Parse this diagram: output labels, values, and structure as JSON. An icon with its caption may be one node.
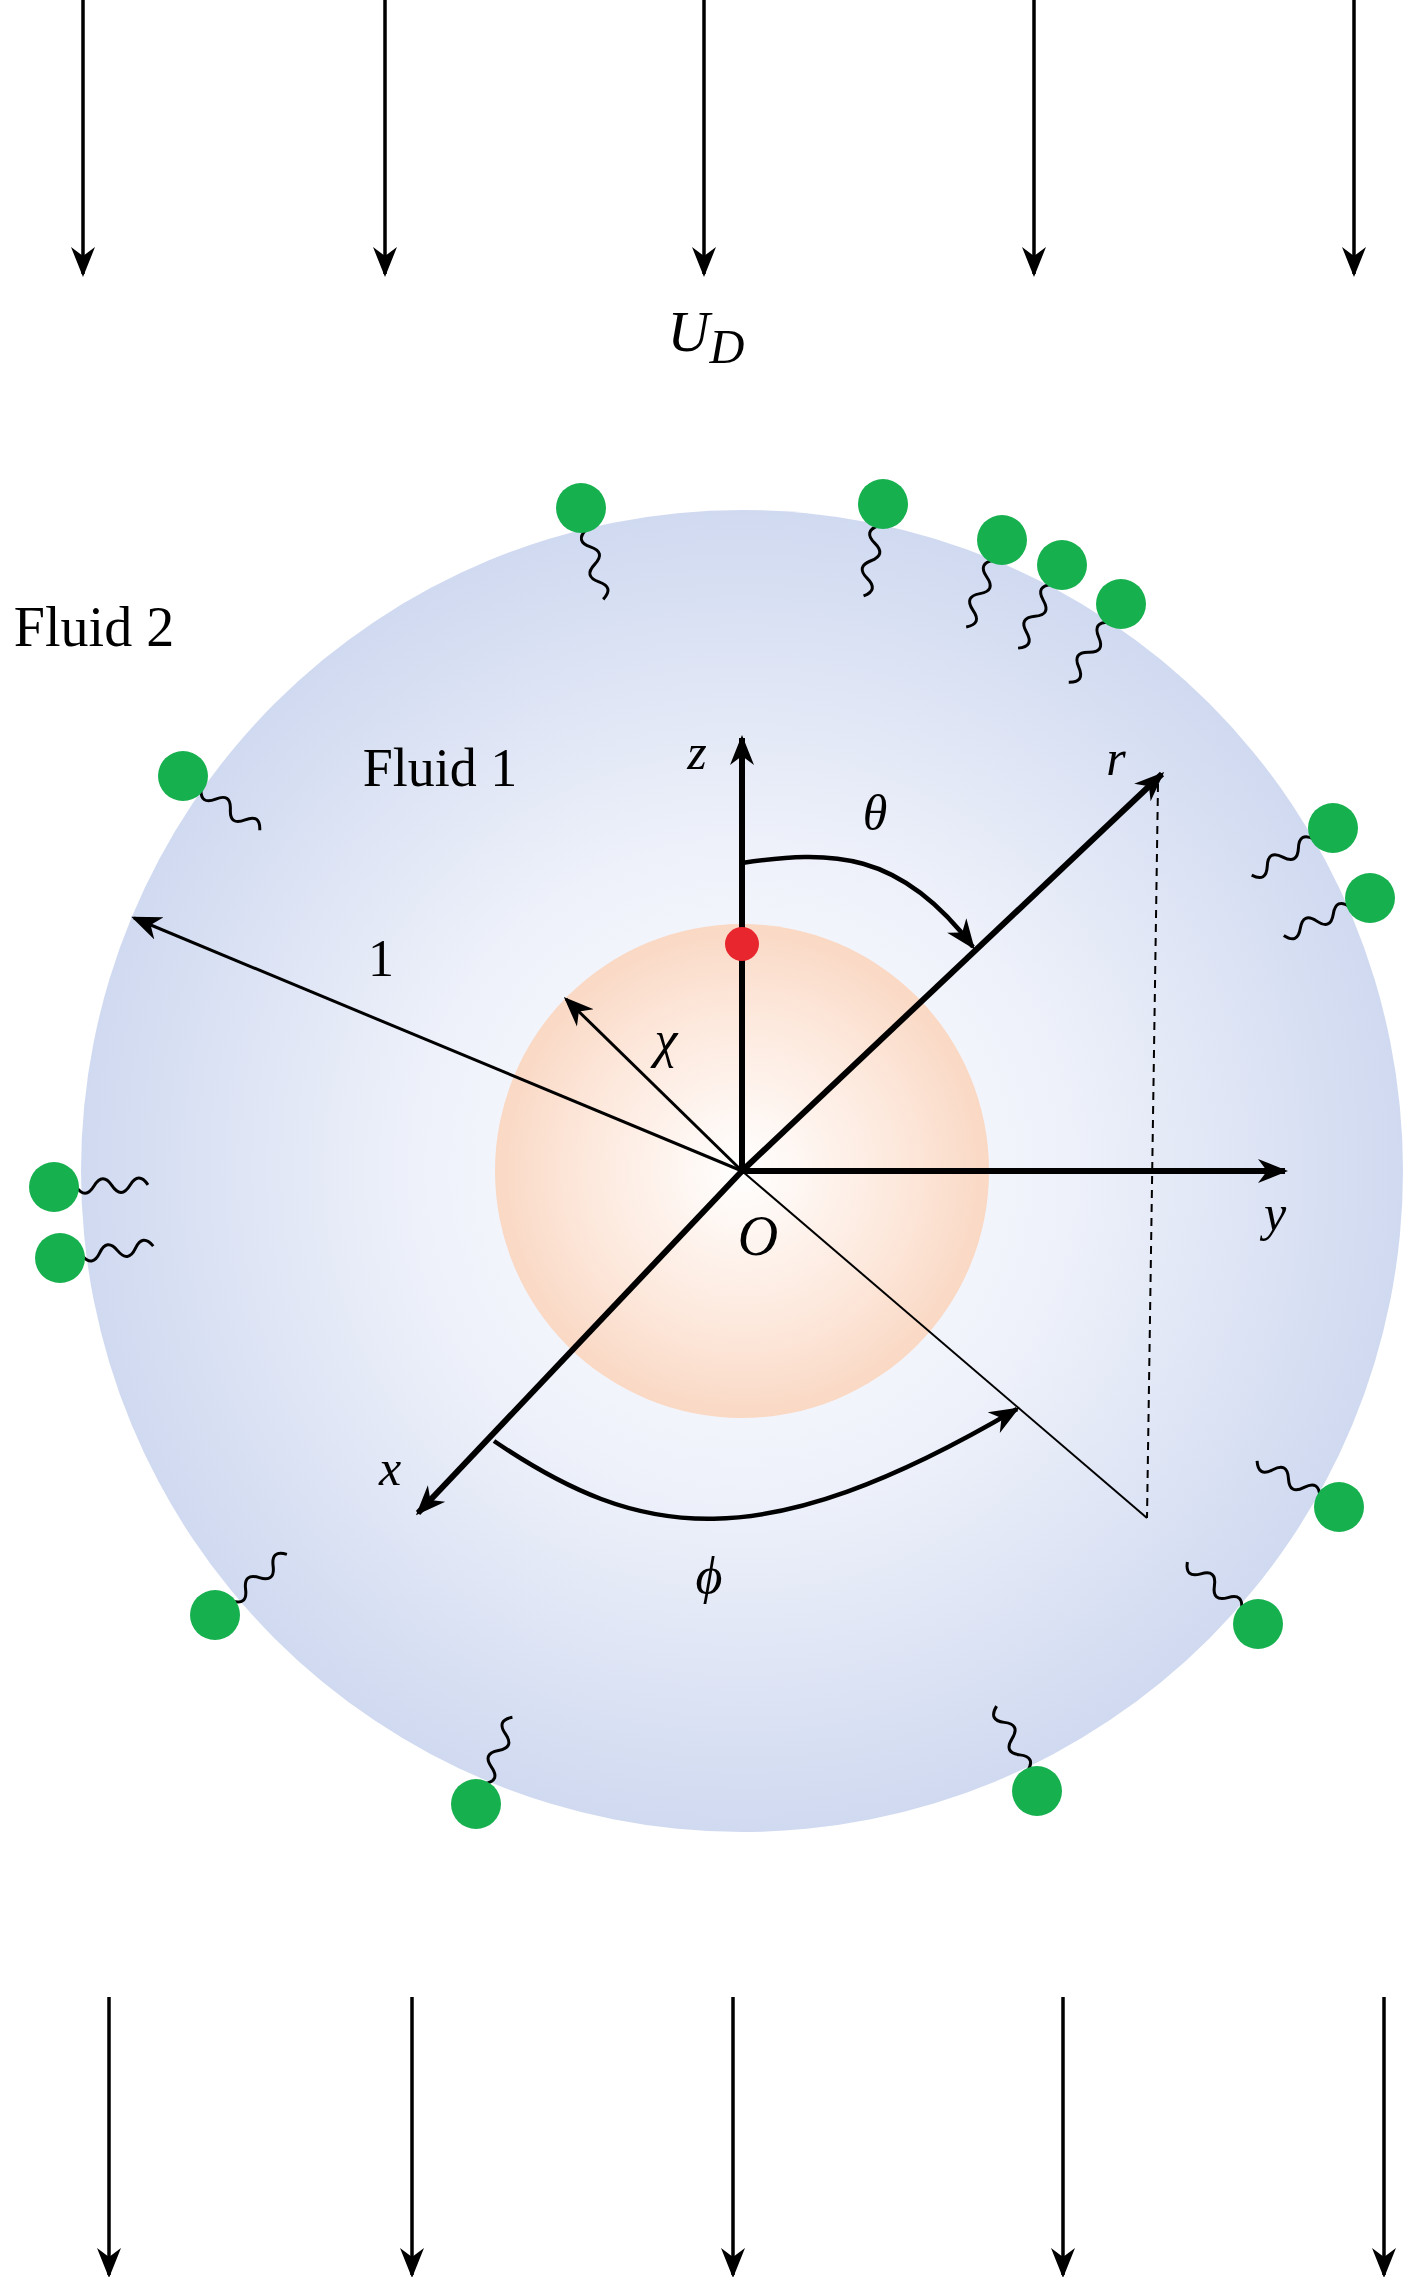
{
  "diagram": {
    "nodes": [
      {
        "text": [
          "Fluid 1"
        ]
      },
      {
        "text": [],
        "shape": "circle",
        "in": 0
      }
    ],
    "labels": [
      "U$_{D}$",
      "Fluid 2",
      "z",
      "θ",
      "r",
      "1",
      "χ",
      "O",
      "y",
      "x",
      "ϕ"
    ]
  }
}
